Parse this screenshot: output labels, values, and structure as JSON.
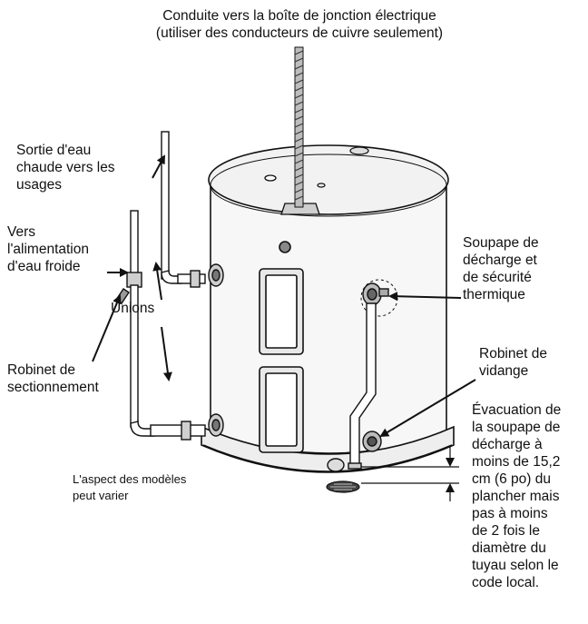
{
  "labels": {
    "conduit": "Conduite vers la boîte de jonction électrique\n(utiliser des conducteurs de cuivre seulement)",
    "hot_outlet": "Sortie d'eau\nchaude vers les\nusages",
    "cold_supply": "Vers\nl'alimentation\nd'eau froide",
    "unions": "Unions",
    "shutoff_valve": "Robinet de\nsectionnement",
    "model_note": "L'aspect des modèles\npeut varier",
    "relief_valve": "Soupape de\ndécharge et\nde sécurité\nthermique",
    "drain_valve": "Robinet de\nvidange",
    "discharge_note": "Évacuation de\nla soupape de\ndécharge à\nmoins de 15,2\ncm (6 po) du\nplancher mais\npas à moins\nde 2 fois le\ndiamètre du\ntuyau selon le\ncode local."
  }
}
